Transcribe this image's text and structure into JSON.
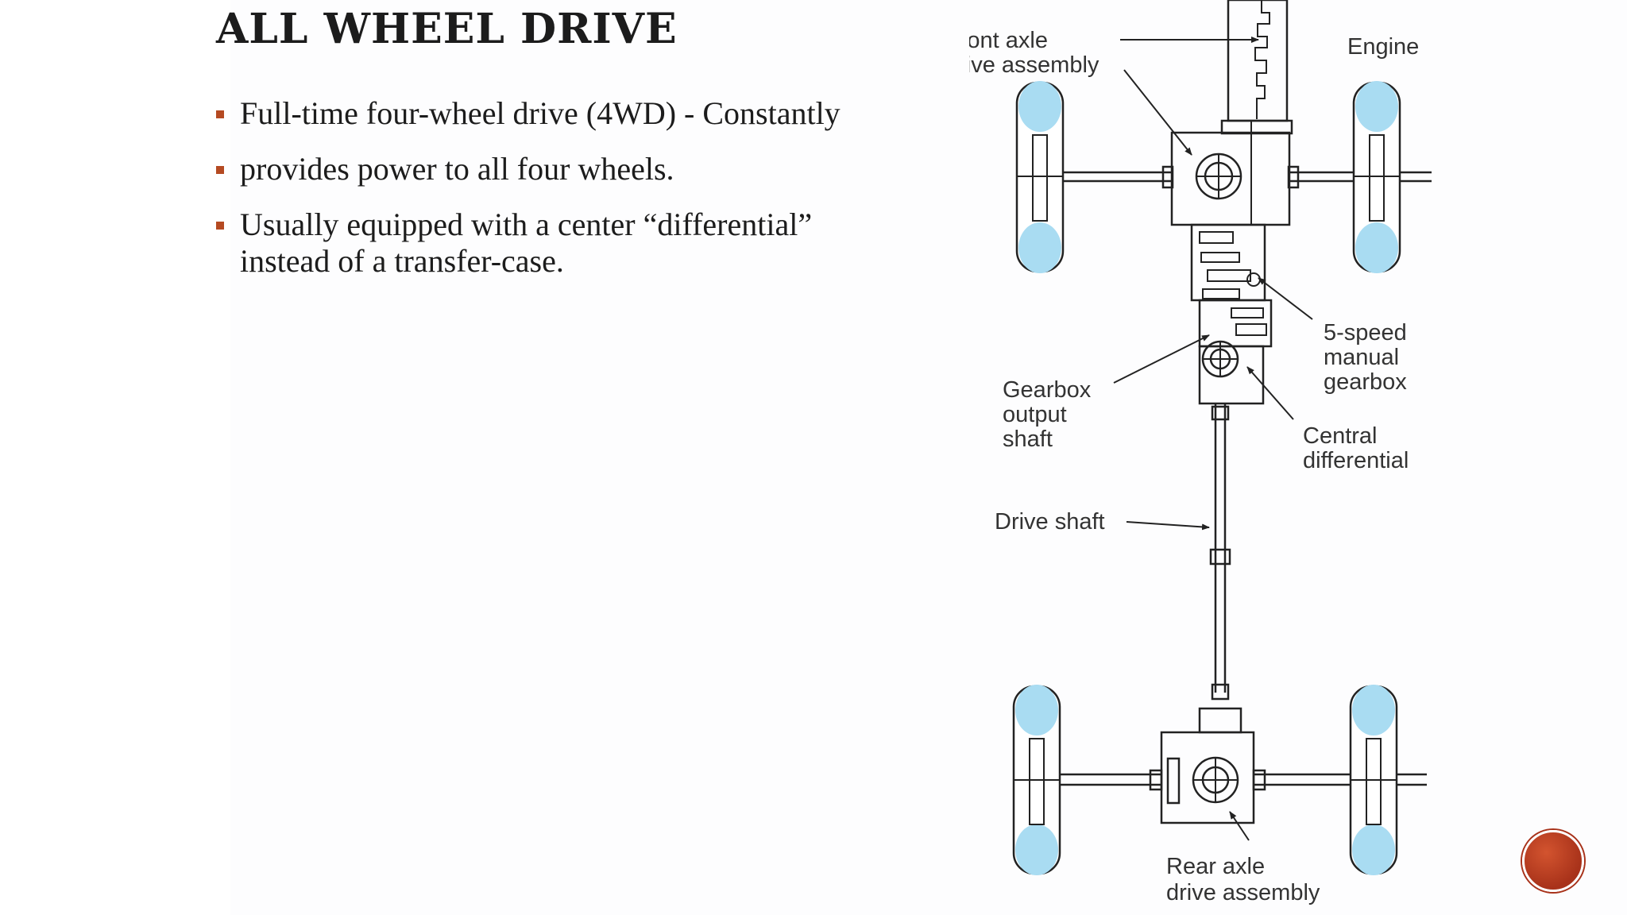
{
  "slide": {
    "title": "ALL WHEEL DRIVE",
    "bullets": [
      "Full-time four-wheel drive (4WD) - Constantly",
      "provides power to all four wheels.",
      "Usually equipped with a center “differential” instead of a transfer-case."
    ]
  },
  "diagram": {
    "labels": {
      "front_axle_line1": "Front axle",
      "front_axle_line2": "drive assembly",
      "engine": "Engine",
      "gearbox5_line1": "5-speed",
      "gearbox5_line2": "manual",
      "gearbox5_line3": "gearbox",
      "gearbox_output_line1": "Gearbox",
      "gearbox_output_line2": "output",
      "gearbox_output_line3": "shaft",
      "central_diff_line1": "Central",
      "central_diff_line2": "differential",
      "drive_shaft": "Drive shaft",
      "rear_axle_line1": "Rear axle",
      "rear_axle_line2": "drive assembly"
    },
    "colors": {
      "wheel_tread": "#a9dcf2",
      "line": "#222222"
    }
  },
  "accent_color": "#b54a22"
}
